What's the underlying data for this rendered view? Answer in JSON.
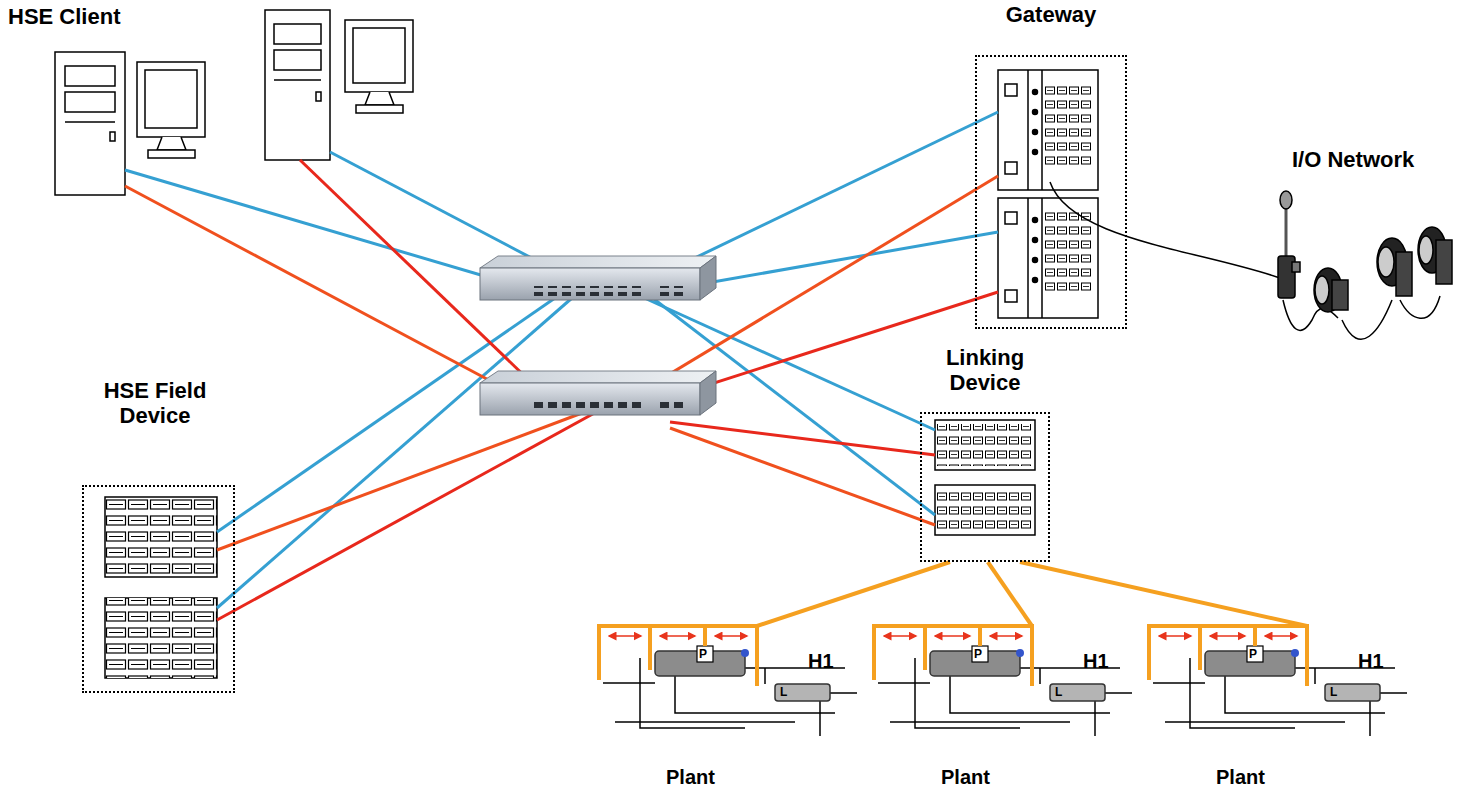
{
  "diagram": {
    "nodes": [
      {
        "text": [
          "Gateway"
        ]
      },
      {
        "text": [
          "HSE Field Device"
        ]
      },
      {
        "text": [
          "Linking Device"
        ]
      },
      {
        "text": [
          "H1",
          "Plant"
        ]
      },
      {
        "text": [
          "H1",
          "Plant"
        ]
      },
      {
        "text": [
          "H1",
          "Plant"
        ]
      }
    ],
    "edges": [
      {
        "from": 2,
        "to": 3,
        "arrow": "none"
      },
      {
        "from": 2,
        "to": 4,
        "arrow": "none"
      },
      {
        "from": 2,
        "to": 5,
        "arrow": "none"
      }
    ],
    "labels": [
      "HSE Client",
      "I/O Network",
      "P",
      "L",
      "P",
      "L",
      "P",
      "L"
    ]
  }
}
